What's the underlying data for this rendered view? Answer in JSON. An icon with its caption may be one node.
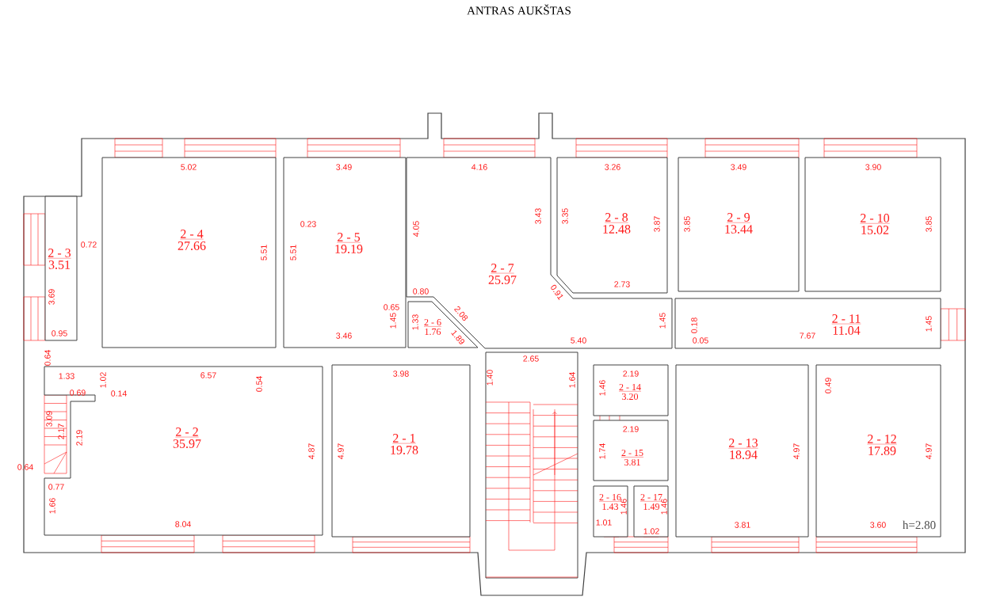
{
  "diagram": {
    "title": "ANTRAS AUKŠTAS",
    "nodes": [
      {
        "text": [
          "2 - 1",
          "19.78"
        ]
      },
      {
        "text": [
          "2 - 2",
          "35.97"
        ]
      },
      {
        "text": [
          "2 - 3",
          "3.51"
        ]
      },
      {
        "text": [
          "2 - 4",
          "27.66"
        ]
      },
      {
        "text": [
          "2 - 5",
          "19.19"
        ]
      },
      {
        "text": [
          "2 - 6",
          "1.76"
        ]
      },
      {
        "text": [
          "2 - 7",
          "25.97"
        ]
      },
      {
        "text": [
          "2 - 8",
          "12.48"
        ]
      },
      {
        "text": [
          "2 - 9",
          "13.44"
        ]
      },
      {
        "text": [
          "2 - 10",
          "15.02"
        ]
      },
      {
        "text": [
          "2 - 11",
          "11.04"
        ]
      },
      {
        "text": [
          "2 - 12",
          "17.89"
        ]
      },
      {
        "text": [
          "2 - 13",
          "18.94"
        ]
      },
      {
        "text": [
          "2 - 14",
          "3.20"
        ]
      },
      {
        "text": [
          "2 - 15",
          "3.81"
        ]
      },
      {
        "text": [
          "2 - 16",
          "1.43"
        ]
      },
      {
        "text": [
          "2 - 17",
          "1.49"
        ]
      }
    ],
    "labels": [
      "5.02",
      "3.49",
      "4.16",
      "3.26",
      "3.49",
      "3.90",
      "0.72",
      "0.23",
      "5.51",
      "5.51",
      "4.05",
      "3.43",
      "3.35",
      "3.87",
      "3.85",
      "3.85",
      "3.69",
      "0.95",
      "0.80",
      "0.65",
      "1.45",
      "1.33",
      "2.08",
      "1.89",
      "0.91",
      "2.73",
      "1.45",
      "0.18",
      "0.05",
      "7.67",
      "5.40",
      "3.46",
      "1.45",
      "0.64",
      "1.33",
      "1.02",
      "6.57",
      "0.54",
      "0.69",
      "0.14",
      "3.09",
      "2.17",
      "2.19",
      "0.64",
      "0.77",
      "1.66",
      "8.04",
      "4.87",
      "3.98",
      "4.97",
      "2.65",
      "1.40",
      "1.64",
      "2.19",
      "1.46",
      "2.19",
      "1.74",
      "1.46",
      "1.01",
      "1.46",
      "1.02",
      "4.97",
      "0.49",
      "4.97",
      "3.81",
      "3.60",
      "h=2.80"
    ]
  }
}
